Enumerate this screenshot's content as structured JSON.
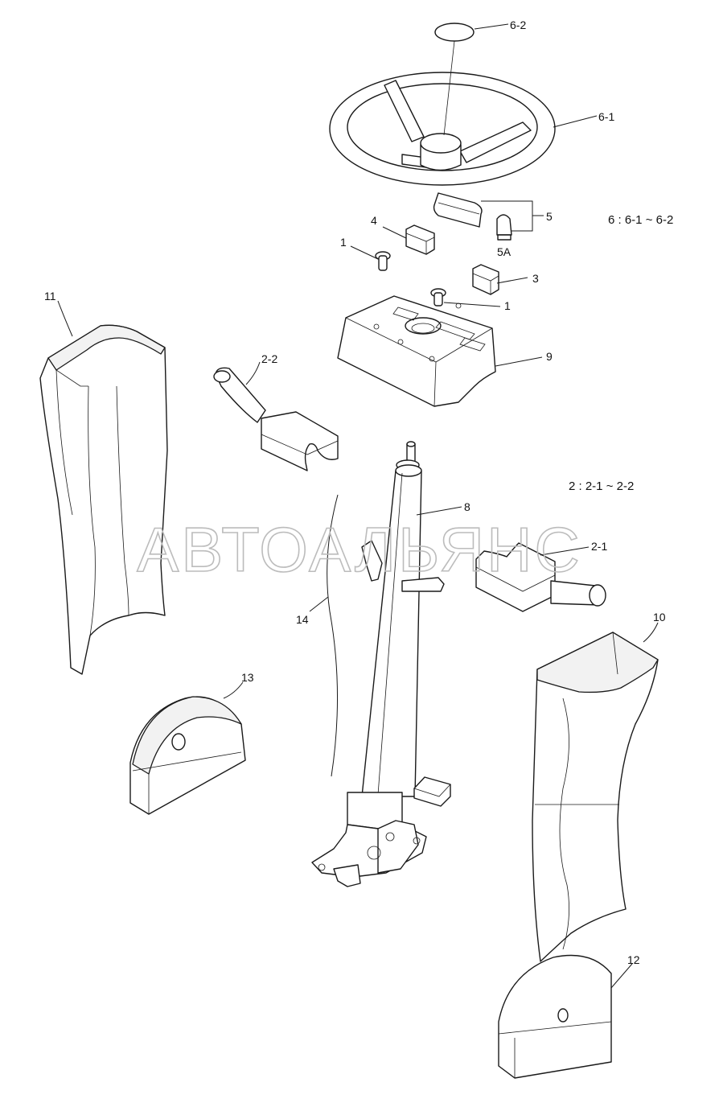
{
  "watermark": "АВТОАЛЬЯНС",
  "legends": {
    "group6": "6 : 6-1 ~ 6-2",
    "group2": "2 : 2-1 ~ 2-2"
  },
  "callouts": {
    "c6_2": "6-2",
    "c6_1": "6-1",
    "c5": "5",
    "c5a": "5A",
    "c4": "4",
    "c1a": "1",
    "c1b": "1",
    "c3": "3",
    "c9": "9",
    "c11": "11",
    "c2_2": "2-2",
    "c8": "8",
    "c2_1": "2-1",
    "c14": "14",
    "c10": "10",
    "c13": "13",
    "c12": "12"
  }
}
